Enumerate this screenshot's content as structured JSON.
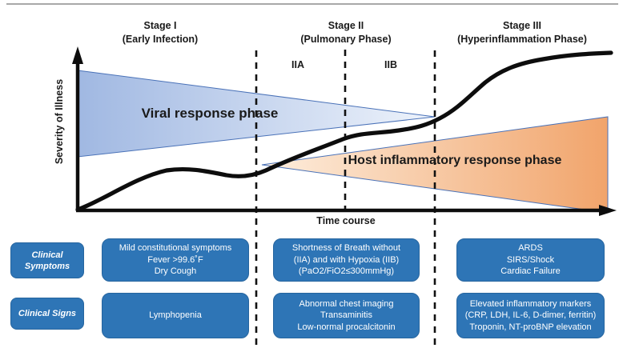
{
  "figure": {
    "stages": [
      {
        "title": "Stage I",
        "subtitle": "(Early Infection)"
      },
      {
        "title": "Stage II",
        "subtitle": "(Pulmonary Phase)",
        "sub_a": "IIA",
        "sub_b": "IIB"
      },
      {
        "title": "Stage III",
        "subtitle": "(Hyperinflammation Phase)"
      }
    ],
    "y_axis_label": "Severity of Illness",
    "x_axis_label": "Time course",
    "viral_phase_label": "Viral response phase",
    "host_phase_label": "Host inflammatory response phase"
  },
  "table": {
    "rows": [
      {
        "label": "Clinical Symptoms",
        "cells": [
          {
            "lines": [
              "Mild constitutional symptoms",
              "Fever >99.6˚F",
              "Dry Cough"
            ]
          },
          {
            "lines": [
              "Shortness of Breath without",
              "(IIA) and with Hypoxia (IIB)",
              "(PaO2/FiO2≤300mmHg)"
            ]
          },
          {
            "lines": [
              "ARDS",
              "SIRS/Shock",
              "Cardiac Failure"
            ]
          }
        ]
      },
      {
        "label": "Clinical Signs",
        "cells": [
          {
            "lines": [
              "Lymphopenia"
            ]
          },
          {
            "lines": [
              "Abnormal chest imaging",
              "Transaminitis",
              "Low-normal procalcitonin"
            ]
          },
          {
            "lines": [
              "Elevated inflammatory markers",
              "(CRP, LDH, IL-6, D-dimer, ferritin)",
              "Troponin, NT-proBNP elevation"
            ]
          }
        ]
      }
    ]
  },
  "colors": {
    "box_blue": "#2E75B6",
    "triangle_blue_start": "#a0b8e2",
    "triangle_blue_end": "#eef3fb",
    "triangle_orange_start": "#fdeede",
    "triangle_orange_end": "#f1a46b",
    "triangle_outline": "#4a72b8",
    "curve_color": "#0d0d0d",
    "divider_gray": "#a8a8a8"
  }
}
